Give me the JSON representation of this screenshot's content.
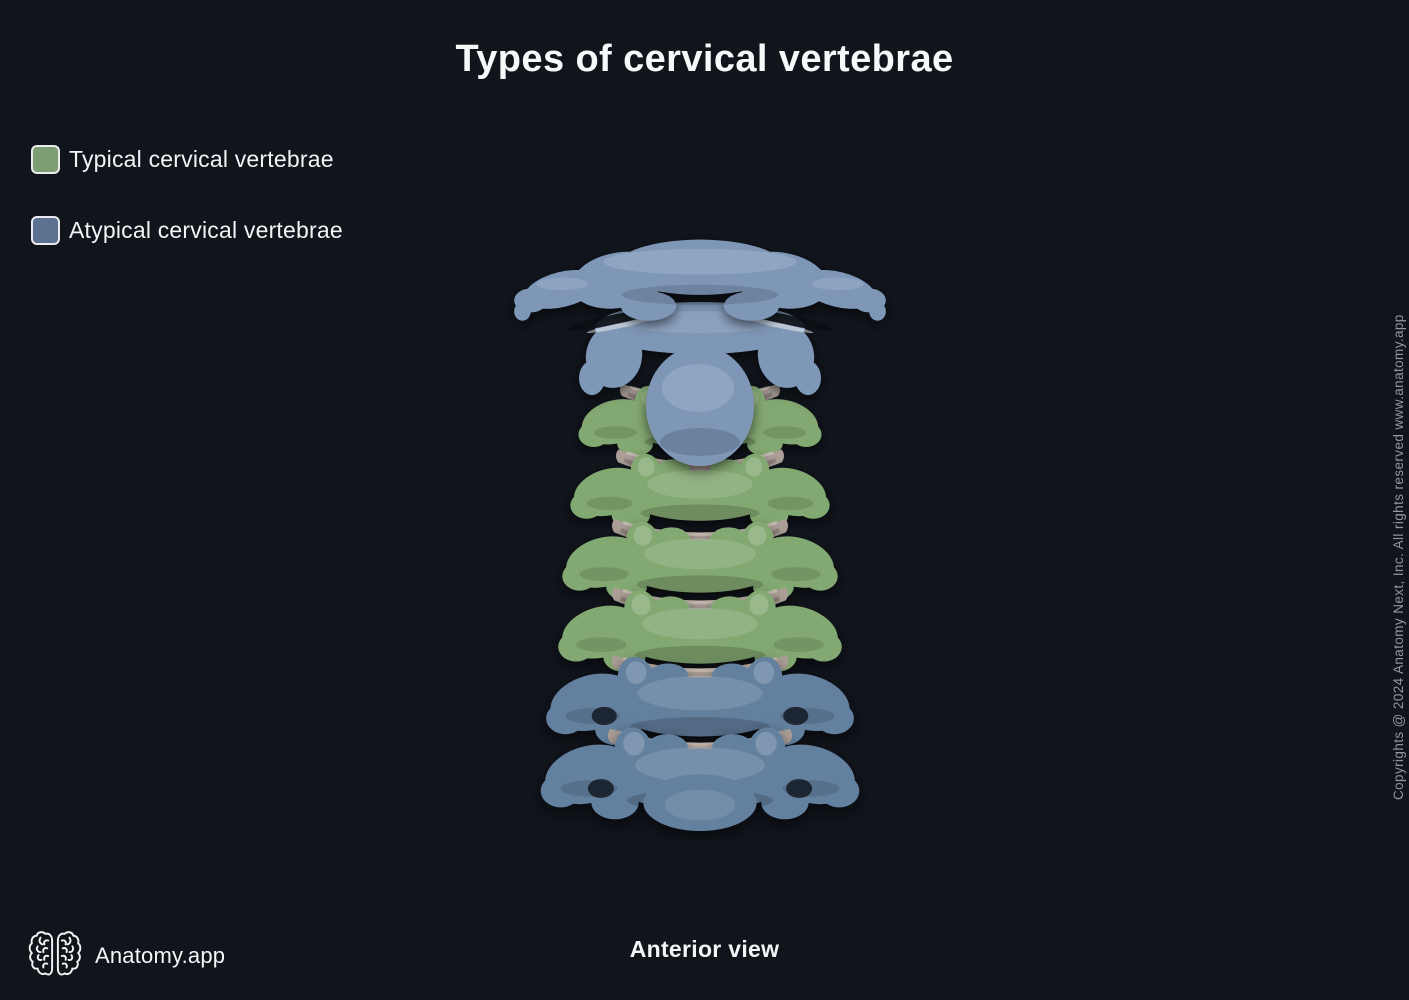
{
  "page": {
    "title": "Types of cervical vertebrae",
    "background_color": "#10141b"
  },
  "legend": {
    "items": [
      {
        "label": "Typical cervical vertebrae",
        "swatch_color": "#7d9e75"
      },
      {
        "label": "Atypical cervical vertebrae",
        "swatch_color": "#5d7191"
      }
    ]
  },
  "illustration": {
    "caption": "Anterior view",
    "subject": "cervical-spine-anterior-view",
    "colors": {
      "typical": "#83a972",
      "atypical": "#7e97b7",
      "atypical-dark": "#63809f",
      "disc": "#ab9e97"
    }
  },
  "footer": {
    "brand": "Anatomy.app",
    "logo_icon": "brain-icon"
  },
  "copyright": {
    "text": "Copyrights @ 2024 Anatomy Next, Inc. All rights reserved www.anatomy.app"
  }
}
